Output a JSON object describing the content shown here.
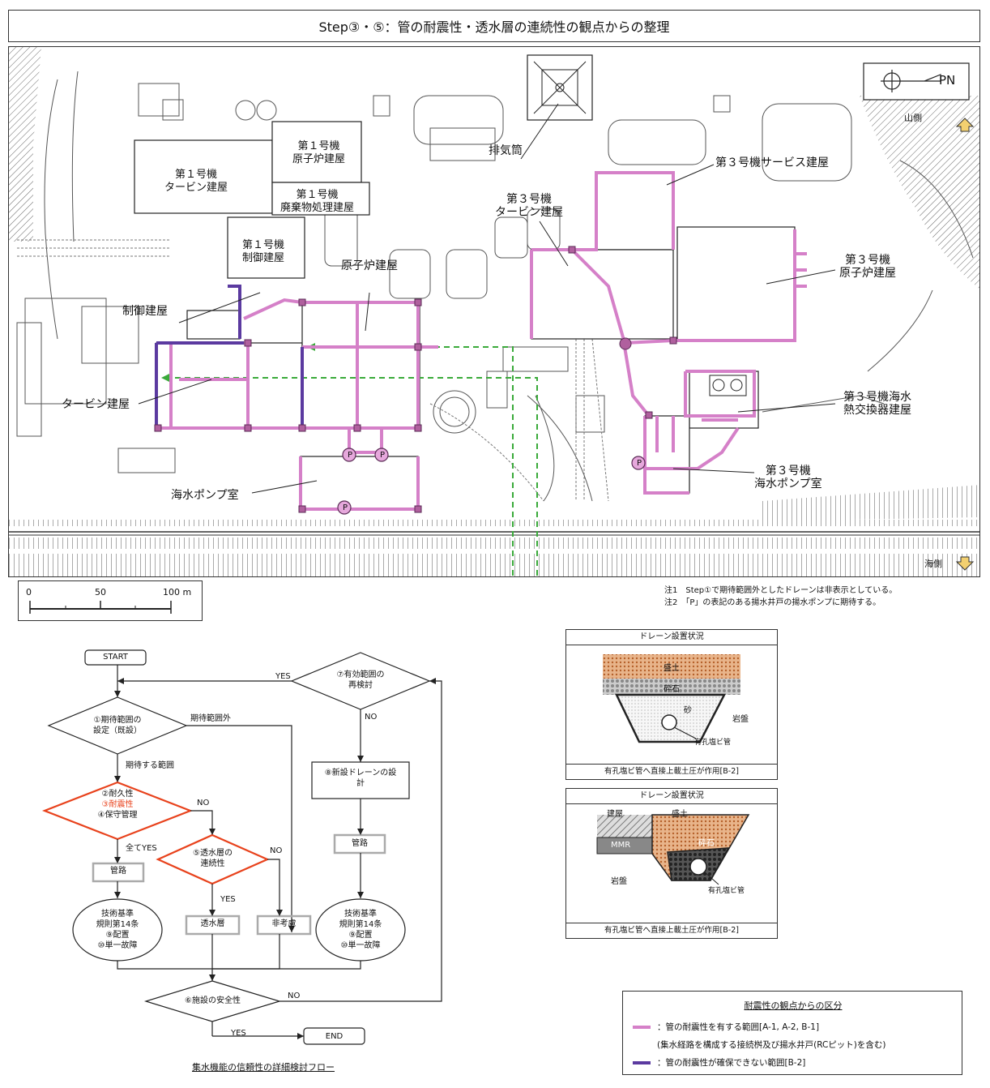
{
  "header": {
    "title": "Step③・⑤：管の耐震性・透水層の連続性の観点からの整理"
  },
  "map": {
    "north_label": "PN",
    "mountain_side": "山側",
    "sea_side": "海側",
    "labels": {
      "u1_turbine": "第１号機\nタービン建屋",
      "u1_reactor": "第１号機\n原子炉建屋",
      "u1_waste": "第１号機\n廃棄物処理建屋",
      "u1_control": "第１号機\n制御建屋",
      "exhaust": "排気筒",
      "u3_service": "第３号機サービス建屋",
      "u3_turbine": "第３号機\nタービン建屋",
      "u3_reactor": "第３号機\n原子炉建屋",
      "reactor": "原子炉建屋",
      "control": "制御建屋",
      "turbine": "タービン建屋",
      "seawater_pump": "海水ポンプ室",
      "u3_hx": "第３号機海水\n熱交換器建屋",
      "u3_pump": "第３号機\n海水ポンプ室"
    },
    "pump_mark": "P"
  },
  "scale": {
    "t0": "0",
    "t1": "50",
    "t2": "100 m"
  },
  "notes": {
    "note1": "注1　Step①で期待範囲外としたドレーンは非表示としている。",
    "note2": "注2　「P」の表記のある揚水井戸の揚水ポンプに期待する。"
  },
  "flow": {
    "caption": "集水機能の信頼性の詳細検討フロー",
    "start": "START",
    "end": "END",
    "step1": "①期待範囲の\n設定（既設）",
    "out_of_range": "期待範囲外",
    "expected_range": "期待する範囲",
    "step2_a": "②耐久性",
    "step2_b": "③耐震性",
    "step2_c": "④保守管理",
    "all_yes": "全てYES",
    "no": "NO",
    "yes": "YES",
    "pipe": "管路",
    "step5": "⑤透水層の\n連続性",
    "tech_std": "技術基準\n規則第14条\n⑨配置\n⑩単一故障",
    "permeable": "透水層",
    "not_considered": "非考慮",
    "step6": "⑥施設の安全性",
    "step7": "⑦有効範囲の\n再検討",
    "step8": "⑧新設ドレーンの設\n計"
  },
  "panels": {
    "p1": {
      "title": "ドレーン設置状況",
      "fill": "盛土",
      "gravel": "砕石",
      "sand": "砂",
      "rock": "岩盤",
      "pipe": "有孔塩ビ管",
      "caption": "有孔塩ビ管へ直接上載土圧が作用[B-2]"
    },
    "p2": {
      "title": "ドレーン設置状況",
      "building": "建屋",
      "fill": "盛土",
      "mmr": "MMR",
      "gravel": "砕石",
      "rock": "岩盤",
      "pipe": "有孔塩ビ管",
      "caption": "有孔塩ビ管へ直接上載土圧が作用[B-2]"
    }
  },
  "legend": {
    "title": "耐震性の観点からの区分",
    "item1": "：管の耐震性を有する範囲[A-1, A-2, B-1]",
    "item1_sub": "(集水経路を構成する接続桝及び揚水井戸(RCピット)を含む)",
    "item2": "：管の耐震性が確保できない範囲[B-2]",
    "color_pink": "#d580c8",
    "color_purple": "#5b3aa0",
    "color_green": "#3aaa3a",
    "color_red": "#e8421c"
  }
}
